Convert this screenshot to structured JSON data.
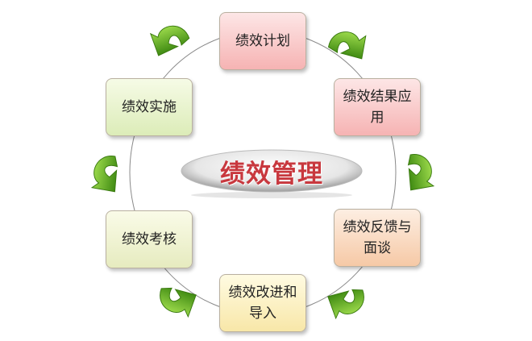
{
  "title": "绩效管理",
  "nodes": {
    "plan": "绩效计划",
    "apply": "绩效结果应用",
    "implement": "绩效实施",
    "assess": "绩效考核",
    "feedback": "绩效反馈与面谈",
    "improve": "绩效改进和导入"
  },
  "colors": {
    "title": "#c8383e",
    "arrow": "#5aa51e"
  },
  "icons": [
    "curved-arrow-icon"
  ]
}
